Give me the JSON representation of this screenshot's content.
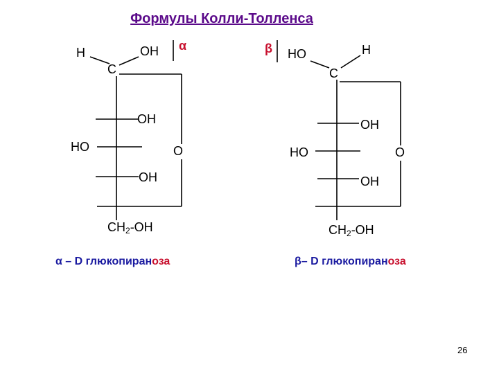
{
  "title": "Формулы  Колли-Толленса",
  "alpha": {
    "symbol": "α",
    "h": "H",
    "oh_top": "OH",
    "c": "C",
    "oh1": "OH",
    "ho": "HO",
    "o": "O",
    "oh2": "OH",
    "ch2": "CH",
    "sub2": "2",
    "oh_ch2": "-OH",
    "caption_main": "α – D глюкопиран",
    "caption_ending": "оза"
  },
  "beta": {
    "symbol": "β",
    "ho_top": "HO",
    "h": "H",
    "c": "C",
    "oh1": "OH",
    "ho": "HO",
    "o": "O",
    "oh2": "OH",
    "ch2": "CH",
    "sub2": "2",
    "oh_ch2": "-OH",
    "caption_main": "β– D глюкопиран",
    "caption_ending": "оза"
  },
  "page_number": "26"
}
